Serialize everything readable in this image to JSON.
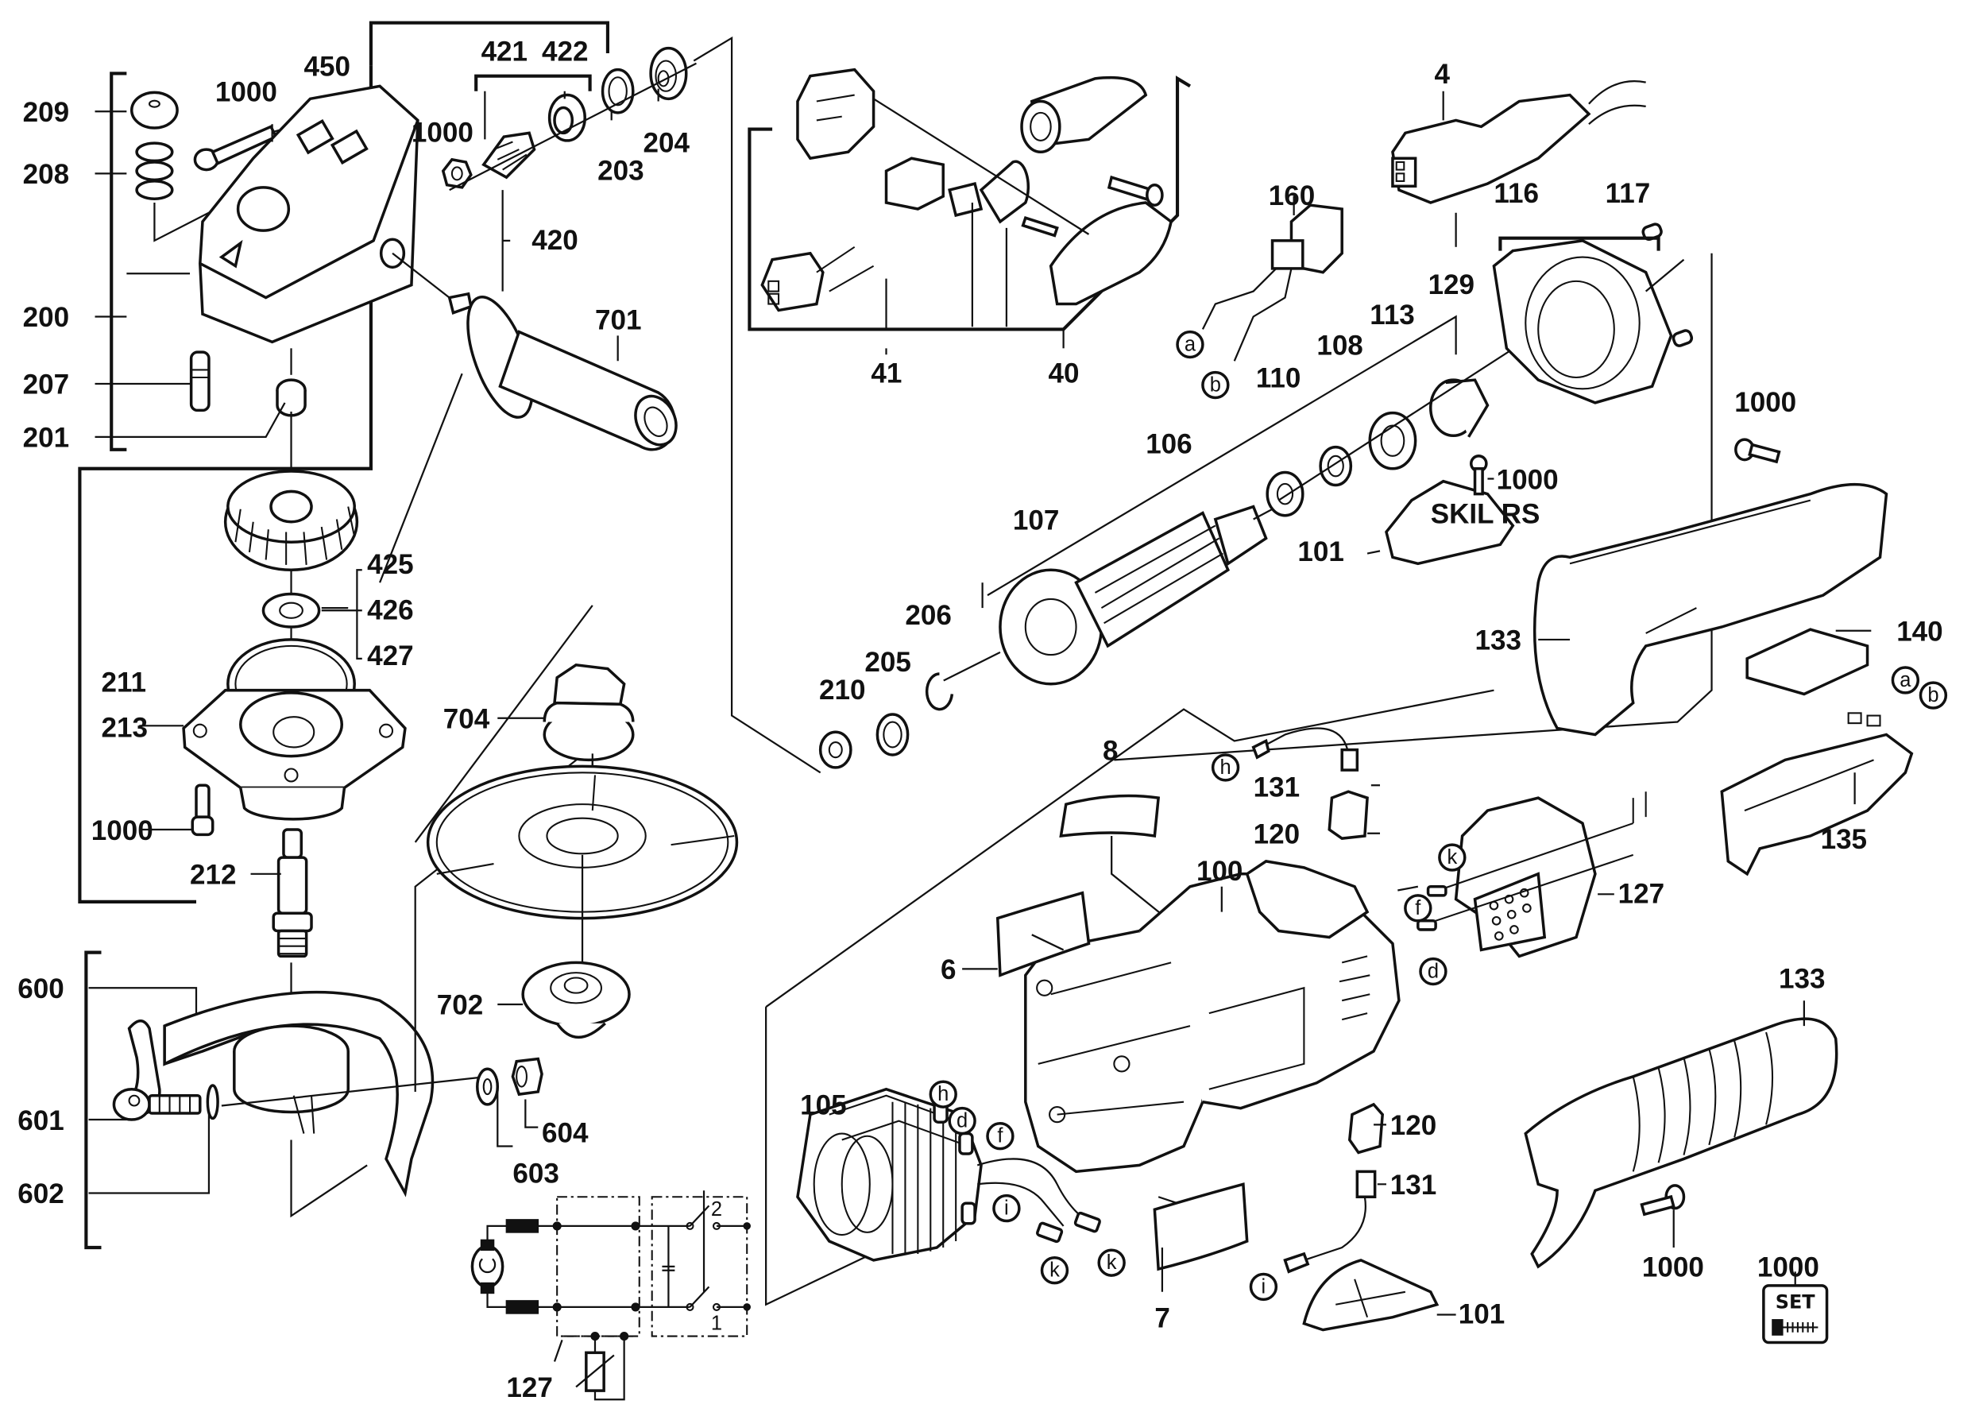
{
  "diagram": {
    "title": "Angle grinder exploded parts diagram",
    "parts": [
      {
        "id": "p209",
        "label": "209"
      },
      {
        "id": "p1000a",
        "label": "1000"
      },
      {
        "id": "p450",
        "label": "450"
      },
      {
        "id": "p421",
        "label": "421"
      },
      {
        "id": "p422",
        "label": "422"
      },
      {
        "id": "p1000b",
        "label": "1000"
      },
      {
        "id": "p203",
        "label": "203"
      },
      {
        "id": "p204",
        "label": "204"
      },
      {
        "id": "p208",
        "label": "208"
      },
      {
        "id": "p420",
        "label": "420"
      },
      {
        "id": "p200",
        "label": "200"
      },
      {
        "id": "p701",
        "label": "701"
      },
      {
        "id": "p207",
        "label": "207"
      },
      {
        "id": "p201",
        "label": "201"
      },
      {
        "id": "p425",
        "label": "425"
      },
      {
        "id": "p426",
        "label": "426"
      },
      {
        "id": "p427",
        "label": "427"
      },
      {
        "id": "p211",
        "label": "211"
      },
      {
        "id": "p213",
        "label": "213"
      },
      {
        "id": "p704",
        "label": "704"
      },
      {
        "id": "p1000c",
        "label": "1000"
      },
      {
        "id": "p212",
        "label": "212"
      },
      {
        "id": "p600",
        "label": "600"
      },
      {
        "id": "p702",
        "label": "702"
      },
      {
        "id": "p601",
        "label": "601"
      },
      {
        "id": "p604",
        "label": "604"
      },
      {
        "id": "p603",
        "label": "603"
      },
      {
        "id": "p602",
        "label": "602"
      },
      {
        "id": "p127a",
        "label": "127"
      },
      {
        "id": "p41",
        "label": "41"
      },
      {
        "id": "p40",
        "label": "40"
      },
      {
        "id": "p4",
        "label": "4"
      },
      {
        "id": "p160",
        "label": "160"
      },
      {
        "id": "p116",
        "label": "116"
      },
      {
        "id": "p117",
        "label": "117"
      },
      {
        "id": "p129",
        "label": "129"
      },
      {
        "id": "p113",
        "label": "113"
      },
      {
        "id": "p108",
        "label": "108"
      },
      {
        "id": "p110",
        "label": "110"
      },
      {
        "id": "p106",
        "label": "106"
      },
      {
        "id": "p1000d",
        "label": "1000"
      },
      {
        "id": "p1000e",
        "label": "1000"
      },
      {
        "id": "p107",
        "label": "107"
      },
      {
        "id": "p101a",
        "label": "101"
      },
      {
        "id": "p206",
        "label": "206"
      },
      {
        "id": "p205",
        "label": "205"
      },
      {
        "id": "p210",
        "label": "210"
      },
      {
        "id": "p133a",
        "label": "133"
      },
      {
        "id": "p140",
        "label": "140"
      },
      {
        "id": "p8",
        "label": "8"
      },
      {
        "id": "p131a",
        "label": "131"
      },
      {
        "id": "p120a",
        "label": "120"
      },
      {
        "id": "p135",
        "label": "135"
      },
      {
        "id": "p100",
        "label": "100"
      },
      {
        "id": "p127b",
        "label": "127"
      },
      {
        "id": "p6",
        "label": "6"
      },
      {
        "id": "p133b",
        "label": "133"
      },
      {
        "id": "p105",
        "label": "105"
      },
      {
        "id": "p120b",
        "label": "120"
      },
      {
        "id": "p131b",
        "label": "131"
      },
      {
        "id": "p7",
        "label": "7"
      },
      {
        "id": "p1000f",
        "label": "1000"
      },
      {
        "id": "p1000g",
        "label": "1000"
      },
      {
        "id": "p101b",
        "label": "101"
      }
    ],
    "connectors": {
      "a": "a",
      "b": "b",
      "d": "d",
      "f": "f",
      "h": "h",
      "i": "i",
      "k": "k"
    },
    "set_badge": {
      "text": "SET"
    },
    "schematic": {
      "switch_pos_1": "1",
      "switch_pos_2": "2"
    },
    "nameplate_text": "SKIL RS"
  }
}
